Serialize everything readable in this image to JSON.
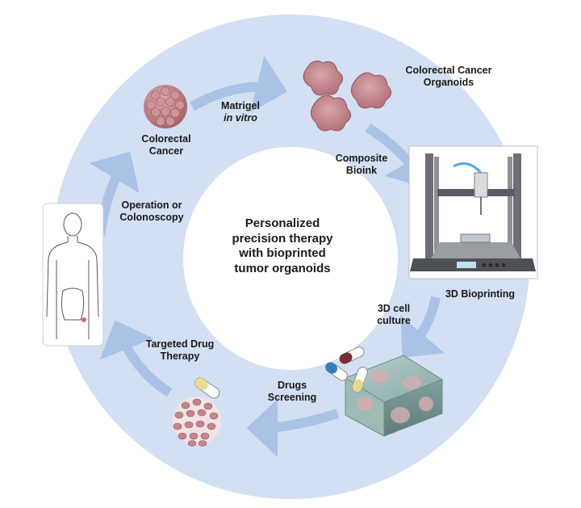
{
  "center": {
    "line1": "Personalized",
    "line2": "precision therapy",
    "line3": "with bioprinted",
    "line4": "tumor organoids"
  },
  "labels": {
    "colorectal_cancer": [
      "Colorectal",
      "Cancer"
    ],
    "matrigel": [
      "Matrigel",
      "in vitro"
    ],
    "organoids": [
      "Colorectal Cancer",
      "Organoids"
    ],
    "composite_bioink": [
      "Composite",
      "Bioink"
    ],
    "bioprinting": "3D Bioprinting",
    "cell_culture": [
      "3D cell",
      "culture"
    ],
    "drugs_screening": [
      "Drugs",
      "Screening"
    ],
    "targeted_therapy": [
      "Targeted Drug",
      "Therapy"
    ],
    "operation": [
      "Operation or",
      "Colonoscopy"
    ]
  },
  "colors": {
    "ring": "#d3dff2",
    "arrow": "#a9c2e6",
    "tissue": "#c98a91",
    "tissue_dark": "#a7646d",
    "printer_frame": "#6c6f74",
    "gel": "#8fb0b0"
  },
  "icons": [
    "tumor-sphere-icon",
    "organoid-icon",
    "bioprinter-icon",
    "hydrogel-block-icon",
    "capsule-icon",
    "human-body-icon"
  ]
}
